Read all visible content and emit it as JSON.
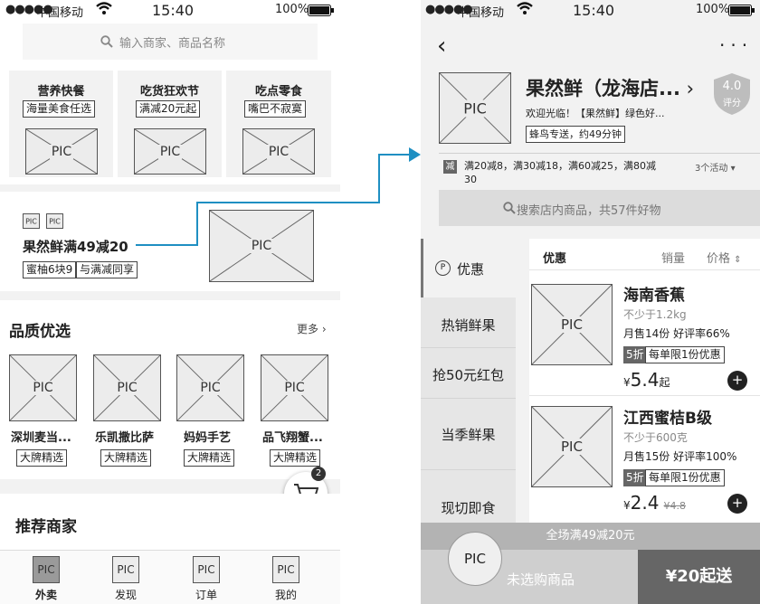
{
  "status": {
    "carrier": "中国移动",
    "time": "15:40",
    "battery": "100%"
  },
  "pic": "PIC",
  "left": {
    "search_placeholder": "输入商家、商品名称",
    "promo_cards": [
      {
        "title": "营养快餐",
        "tag": "海量美食任选"
      },
      {
        "title": "吃货狂欢节",
        "tag": "满减20元起"
      },
      {
        "title": "吃点零食",
        "tag": "嘴巴不寂寞"
      }
    ],
    "deal": {
      "title": "果然鲜满49减20",
      "tags": [
        "蜜柚6块9",
        "与满减同享"
      ]
    },
    "quality": {
      "title": "品质优选",
      "more": "更多",
      "items": [
        {
          "name": "深圳麦当...",
          "tag": "大牌精选"
        },
        {
          "name": "乐凯撒比萨",
          "tag": "大牌精选"
        },
        {
          "name": "妈妈手艺",
          "tag": "大牌精选"
        },
        {
          "name": "品飞翔蟹...",
          "tag": "大牌精选"
        }
      ]
    },
    "cart_badge": "2",
    "recommend_title": "推荐商家",
    "tabs": [
      "外卖",
      "发现",
      "订单",
      "我的"
    ]
  },
  "right": {
    "store_name": "果然鲜（龙海店...",
    "welcome": "欢迎光临！【果然鲜】绿色好...",
    "delivery": "蜂鸟专送，约49分钟",
    "rating": "4.0",
    "rating_label": "评分",
    "promo_badge": "减",
    "promo_text_1": "满20减8，满30减18，满60减25，满80减",
    "promo_text_2": "30",
    "activity_count": "3个活动",
    "search_placeholder": "搜索店内商品，共57件好物",
    "categories": [
      "优惠",
      "热销鲜果",
      "抢50元红包",
      "当季鲜果",
      "现切即食"
    ],
    "sort": {
      "current": "优惠",
      "sales": "销量",
      "price": "价格"
    },
    "products": [
      {
        "name": "海南香蕉",
        "spec": "不少于1.2kg",
        "stats": "月售14份 好评率66%",
        "discount": "5折",
        "limit": "每单限1份优惠",
        "price": "5.4",
        "suffix": "起",
        "old_price": ""
      },
      {
        "name": "江西蜜桔B级",
        "spec": "不少于600克",
        "stats": "月售15份 好评率100%",
        "discount": "5折",
        "limit": "每单限1份优惠",
        "price": "2.4",
        "suffix": "",
        "old_price": "¥4.8"
      }
    ],
    "currency": "¥",
    "banner": "全场满49减20元",
    "cart_empty": "未选购商品",
    "checkout": "¥20起送"
  },
  "colors": {
    "connector": "#1f8fc2",
    "accent_dark": "#666666"
  }
}
